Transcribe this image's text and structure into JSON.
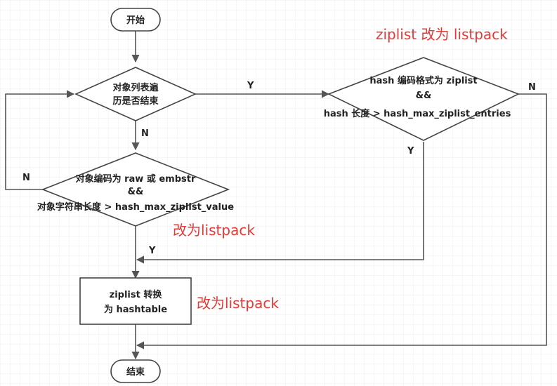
{
  "nodes": {
    "start": "开始",
    "loop_line1": "对象列表遍",
    "loop_line2": "历是否结束",
    "cond_obj_line1": "对象编码为 raw 或 embstr",
    "cond_obj_line2": "&&",
    "cond_obj_line3": "对象字符串长度 > hash_max_ziplist_value",
    "cond_hash_line1": "hash 编码格式为 ziplist",
    "cond_hash_line2": "&&",
    "cond_hash_line3": "hash 长度 > hash_max_ziplist_entries",
    "convert_line1": "ziplist 转换",
    "convert_line2": "为 hashtable",
    "end": "结束"
  },
  "edge_labels": {
    "loop_yes": "Y",
    "loop_no": "N",
    "obj_no": "N",
    "obj_yes": "Y",
    "hash_yes": "Y",
    "hash_no": "N"
  },
  "annotations": {
    "top_right": "ziplist 改为 listpack",
    "middle": "改为listpack",
    "bottom": "改为listpack"
  },
  "colors": {
    "annotation": "#e53935",
    "stroke": "#444444",
    "grid": "#ececec"
  }
}
